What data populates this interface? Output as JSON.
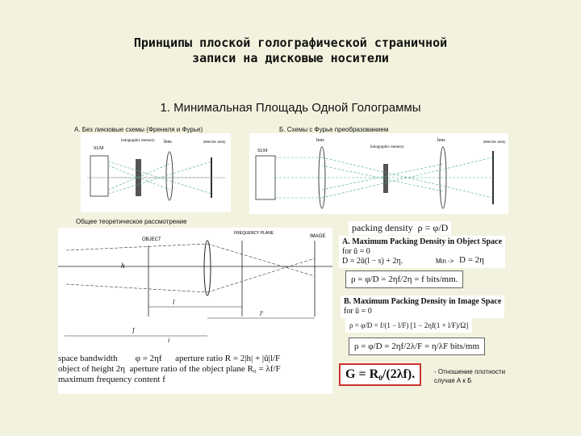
{
  "slide": {
    "title": "Принципы плоской голографической страничной\nзаписи на дисковые носители",
    "subtitle": "1. Минимальная Площадь Одной Голограммы",
    "caption_a": "А. Без линзовые схемы (Френеля и Фурье)",
    "caption_b": "Б. Схемы с Фурье преобразованием",
    "caption_general": "Общее теоретическое рассмотрение",
    "note": "- Отношение плотности\nслучая А к  Б"
  },
  "diagram_a": {
    "slm": "SLM",
    "lens": "lens",
    "memory": "holographic\nmemory",
    "detector": "detector\narray"
  },
  "diagram_b": {
    "slm": "SLM",
    "lens1": "lens",
    "memory": "holographic\nmemory",
    "lens2": "lens",
    "detector": "detector\narray"
  },
  "diagram_c": {
    "object": "OBJECT",
    "frequency_plane": "FREQUENCY\nPLANE",
    "image": "IMAGE",
    "h": "h",
    "l": "l",
    "lp": "l'",
    "lbar": "l̄",
    "i": "i"
  },
  "formulas": {
    "packing_density": "packing density",
    "packing_eq": "ρ = φ/D",
    "case_a": "A.   Maximum Packing Density in Object Space",
    "case_a_for": "for ū = 0",
    "d_eq": "D = 2ū(l − s) + 2η.",
    "min_label": "Min ->",
    "min_eq": "D = 2η",
    "rho_a": "ρ = φ/D = 2ηf/2η = f bits/mm.",
    "case_b": "B.   Maximum Packing Density in Image Space",
    "case_b_for": "for ū = 0",
    "rho_b1": "ρ = φ/D = f/(1 − l/F)  [1 − 2ηf(1 + l/F)/Ω]",
    "rho_b2": "ρ = φ/D = 2ηf/2λ/F = η/λF bits/mm",
    "space_bandwidth": "space bandwidth",
    "sb_eq": "φ = 2ηf",
    "aperture_ratio": "aperture ratio",
    "ar_eq": "R = 2|h| + |ū|l/F",
    "object_height": "object of height 2η",
    "aperture_plane": "aperture ratio of the object plane",
    "r0_eq": "R₀ = λf/F",
    "max_freq": "maximum frequency content f",
    "g_eq": "G = R₀/(2λf)."
  }
}
